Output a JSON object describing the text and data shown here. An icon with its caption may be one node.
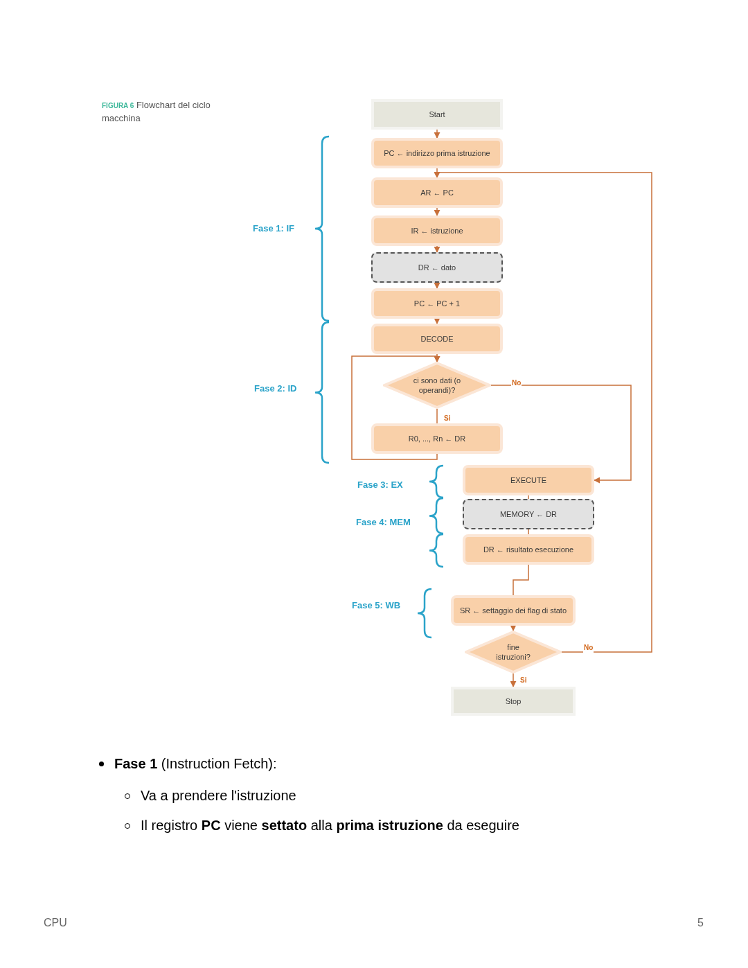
{
  "diagram": {
    "caption": "**FIGURA 6** Flowchart del ciclo macchina",
    "nodes": [
      {
        "text": [
          "Start"
        ]
      },
      {
        "text": [
          "PC ← indirizzo prima istruzione"
        ]
      },
      {
        "text": [
          "AR ← PC"
        ]
      },
      {
        "text": [
          "IR ← istruzione"
        ]
      },
      {
        "text": [
          "DR ← dato"
        ]
      },
      {
        "text": [
          "PC ← PC + 1"
        ]
      },
      {
        "text": [
          "DECODE"
        ]
      },
      {
        "text": [
          "ci sono dati (o operandi)?"
        ]
      },
      {
        "text": [
          "R0, ..., Rn ← DR"
        ]
      },
      {
        "text": [
          "EXECUTE"
        ]
      },
      {
        "text": [
          "MEMORY ← DR"
        ]
      },
      {
        "text": [
          "DR ← risultato esecuzione"
        ]
      },
      {
        "text": [
          "SR ← settaggio dei flag di stato"
        ]
      },
      {
        "text": [
          "fine istruzioni?"
        ]
      },
      {
        "text": [
          "Stop"
        ]
      }
    ],
    "edges": [
      {
        "from": 0,
        "to": 1,
        "arrow": "to"
      },
      {
        "from": 1,
        "to": 2,
        "arrow": "to"
      },
      {
        "from": 2,
        "to": 3,
        "arrow": "to"
      },
      {
        "from": 3,
        "to": 4,
        "arrow": "to"
      },
      {
        "from": 4,
        "to": 5,
        "arrow": "to"
      },
      {
        "from": 5,
        "to": 6,
        "arrow": "to"
      },
      {
        "from": 6,
        "to": 7,
        "arrow": "to"
      },
      {
        "from": 7,
        "to": 8,
        "arrow": "none",
        "label": "Si"
      },
      {
        "from": 8,
        "to": 7,
        "arrow": "to"
      },
      {
        "from": 7,
        "to": 9,
        "arrow": "to",
        "label": "No"
      },
      {
        "from": 9,
        "to": 10,
        "arrow": "none"
      },
      {
        "from": 10,
        "to": 11,
        "arrow": "none"
      },
      {
        "from": 11,
        "to": 12,
        "arrow": "none"
      },
      {
        "from": 12,
        "to": 13,
        "arrow": "to"
      },
      {
        "from": 13,
        "to": 14,
        "arrow": "to",
        "label": "Si"
      },
      {
        "from": 13,
        "to": 2,
        "arrow": "to",
        "label": "No"
      }
    ],
    "labels": [
      "Fase 1: IF",
      "Fase 2: ID",
      "Fase 3: EX",
      "Fase 4: MEM",
      "Fase 5: WB",
      "**Fase 1** (Instruction Fetch):",
      "Va a prendere l'istruzione",
      "Il registro **PC** viene **settato** alla **prima istruzione** da eseguire",
      "CPU",
      "5"
    ]
  }
}
